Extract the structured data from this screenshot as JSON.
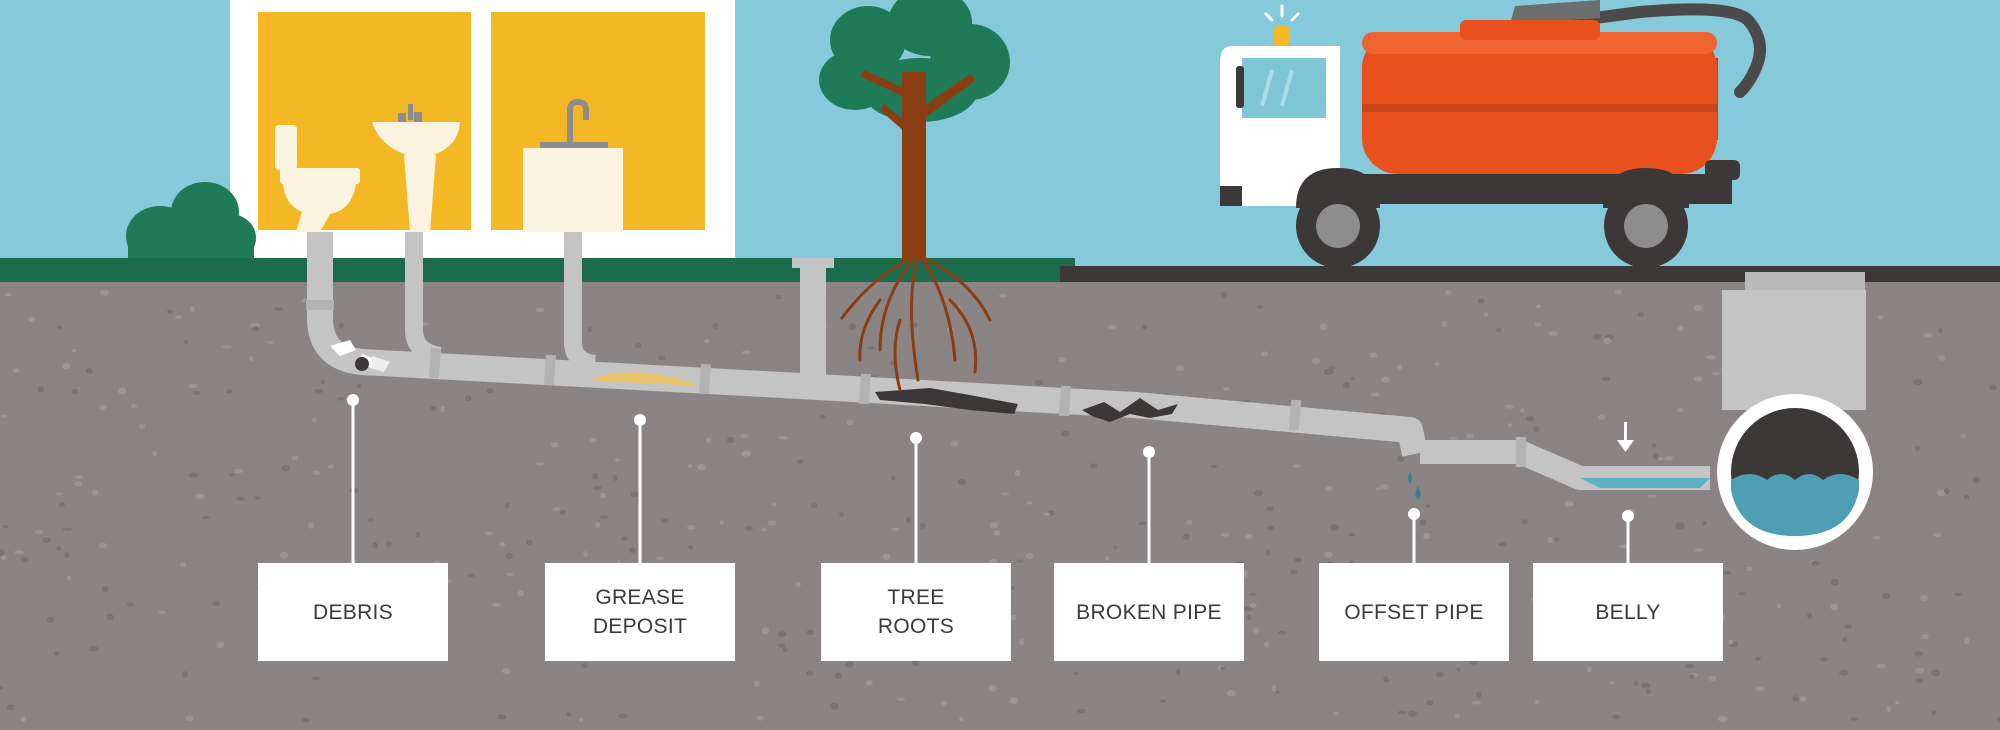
{
  "colors": {
    "sky": "#85C9DA",
    "soil": "#8A8584",
    "grass": "#1D6B4D",
    "road": "#3B3837",
    "pipe": "#C4C4C4",
    "tank": "#E8501E",
    "window": "#F4B824",
    "label_text": "#3A3A3A"
  },
  "labels": {
    "debris": {
      "lines": [
        "DEBRIS"
      ]
    },
    "grease_deposit": {
      "lines": [
        "GREASE",
        "DEPOSIT"
      ]
    },
    "tree_roots": {
      "lines": [
        "TREE",
        "ROOTS"
      ]
    },
    "broken_pipe": {
      "lines": [
        "BROKEN PIPE"
      ]
    },
    "offset_pipe": {
      "lines": [
        "OFFSET PIPE"
      ]
    },
    "belly": {
      "lines": [
        "BELLY"
      ]
    }
  },
  "icons": [
    "toilet-icon",
    "sink-icon",
    "tree-icon",
    "vacuum-truck-icon",
    "warning-light-icon",
    "manhole-icon"
  ]
}
